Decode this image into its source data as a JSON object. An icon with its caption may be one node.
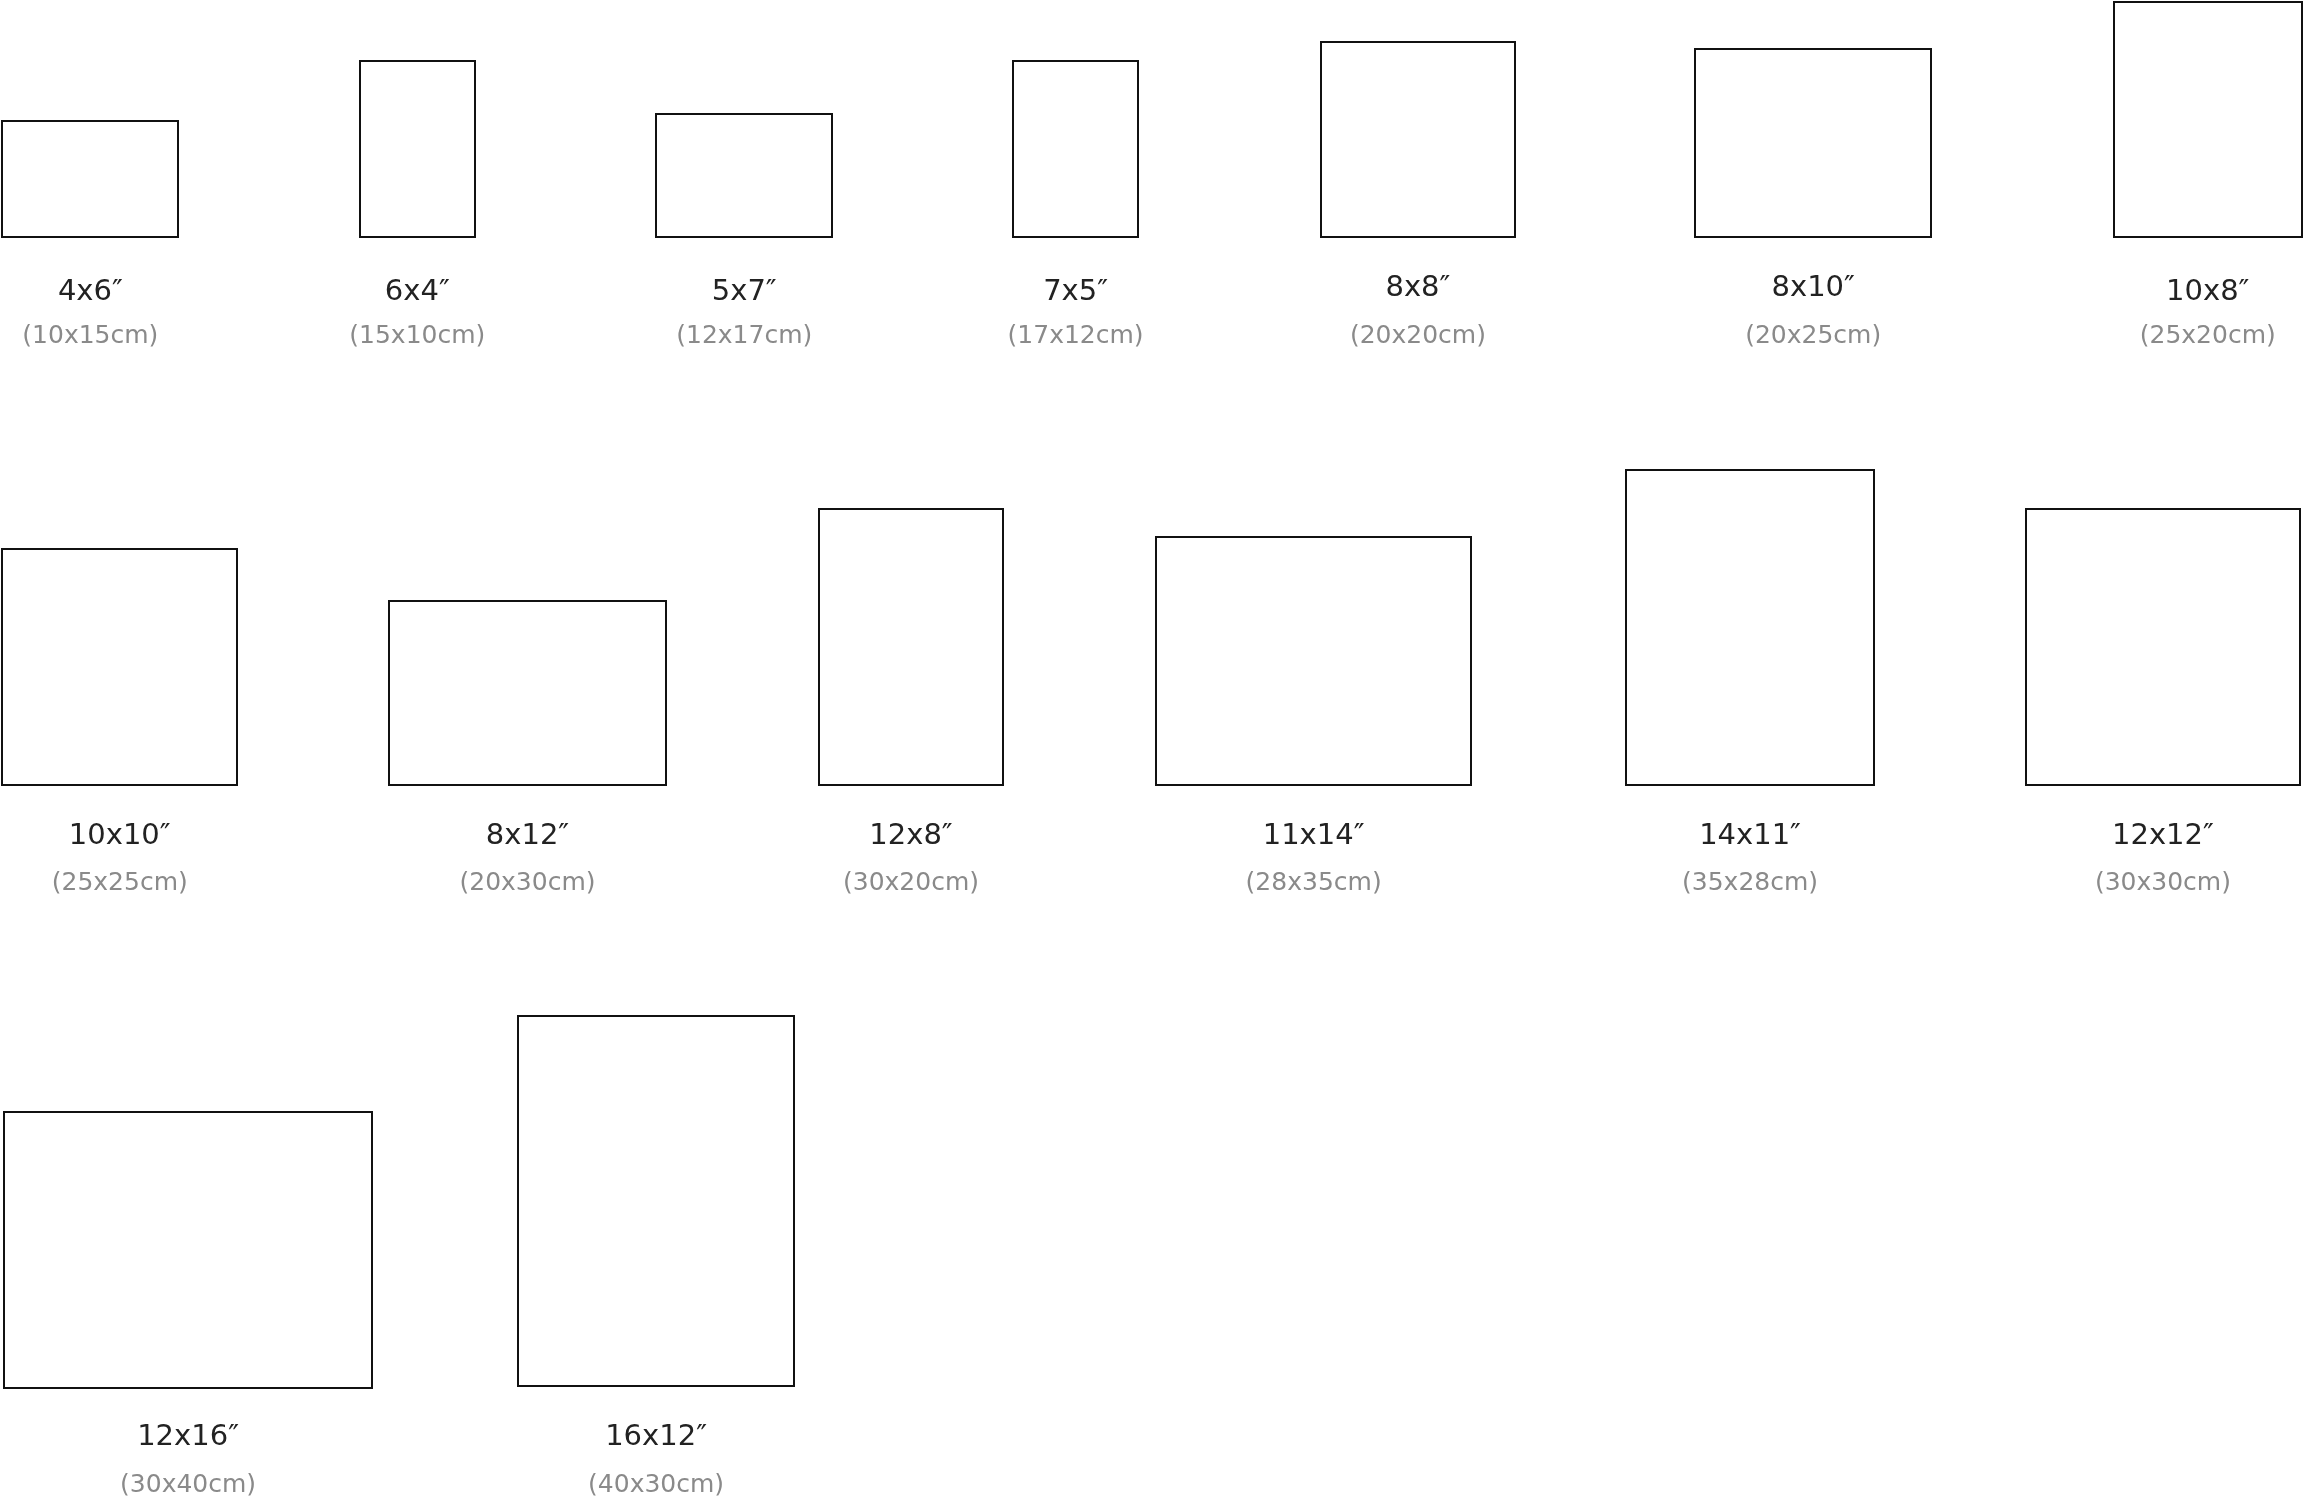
{
  "diagram": {
    "nodes": [
      {
        "text": [],
        "shape": "box",
        "beside": [
          "4x6″",
          "(10x15cm)"
        ]
      },
      {
        "text": [],
        "shape": "box",
        "beside": [
          "6x4″",
          "(15x10cm)"
        ]
      },
      {
        "text": [],
        "shape": "box",
        "beside": [
          "5x7″",
          "(12x17cm)"
        ]
      },
      {
        "text": [],
        "shape": "box",
        "beside": [
          "7x5″",
          "(17x12cm)"
        ]
      },
      {
        "text": [],
        "shape": "box",
        "beside": [
          "8x8″",
          "(20x20cm)"
        ]
      },
      {
        "text": [],
        "shape": "box",
        "beside": [
          "8x10″",
          "(20x25cm)"
        ]
      },
      {
        "text": [],
        "shape": "box",
        "beside": [
          "10x8″",
          "(25x20cm)"
        ]
      },
      {
        "text": [],
        "shape": "box",
        "beside": [
          "10x10″",
          "(25x25cm)"
        ]
      },
      {
        "text": [],
        "shape": "box",
        "beside": [
          "8x12″",
          "(20x30cm)"
        ]
      },
      {
        "text": [],
        "shape": "box",
        "beside": [
          "12x8″",
          "(30x20cm)"
        ]
      },
      {
        "text": [],
        "shape": "box",
        "beside": [
          "11x14″",
          "(28x35cm)"
        ]
      },
      {
        "text": [],
        "shape": "box",
        "beside": [
          "14x11″",
          "(35x28cm)"
        ]
      },
      {
        "text": [],
        "shape": "box",
        "beside": [
          "12x12″",
          "(30x30cm)"
        ]
      },
      {
        "text": [],
        "shape": "box",
        "beside": [
          "12x16″",
          "(30x40cm)"
        ]
      },
      {
        "text": [],
        "shape": "box",
        "beside": [
          "16x12″",
          "(40x30cm)"
        ]
      }
    ]
  }
}
